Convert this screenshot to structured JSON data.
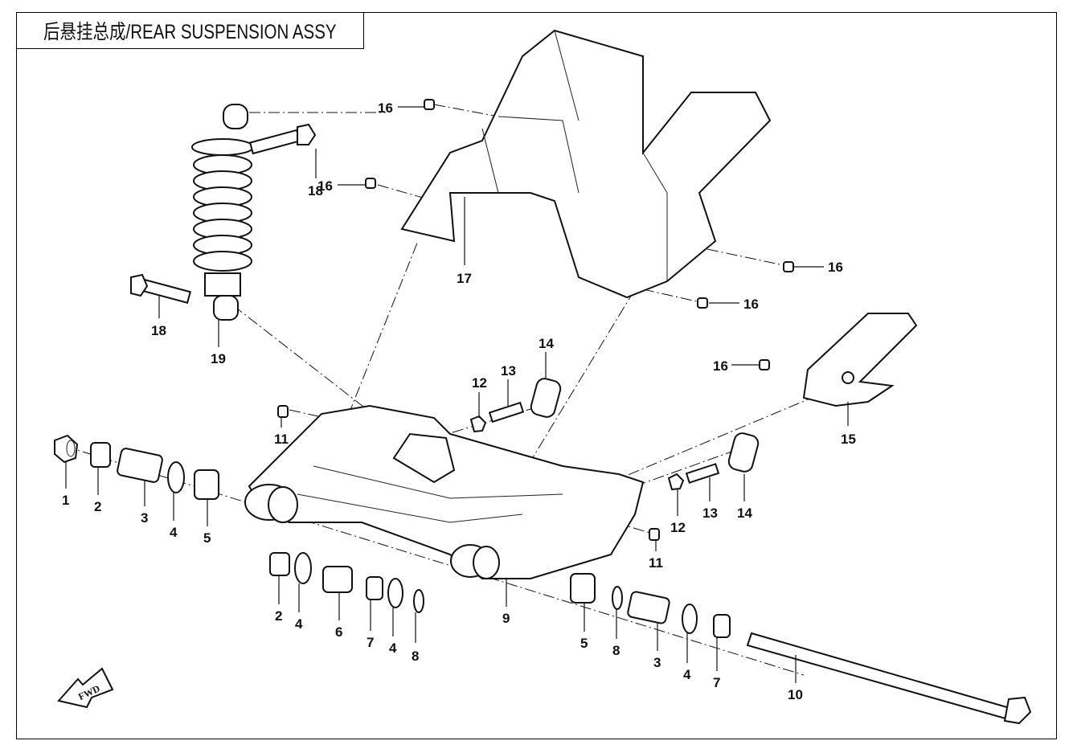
{
  "title": "后悬挂总成/REAR SUSPENSION  ASSY",
  "fwd_label": "FWD",
  "callouts": [
    {
      "id": "c1",
      "num": "1"
    },
    {
      "id": "c2a",
      "num": "2"
    },
    {
      "id": "c3a",
      "num": "3"
    },
    {
      "id": "c4a",
      "num": "4"
    },
    {
      "id": "c5a",
      "num": "5"
    },
    {
      "id": "c2b",
      "num": "2"
    },
    {
      "id": "c4b",
      "num": "4"
    },
    {
      "id": "c6",
      "num": "6"
    },
    {
      "id": "c7a",
      "num": "7"
    },
    {
      "id": "c4c",
      "num": "4"
    },
    {
      "id": "c8a",
      "num": "8"
    },
    {
      "id": "c9",
      "num": "9"
    },
    {
      "id": "c5b",
      "num": "5"
    },
    {
      "id": "c8b",
      "num": "8"
    },
    {
      "id": "c3b",
      "num": "3"
    },
    {
      "id": "c4d",
      "num": "4"
    },
    {
      "id": "c7b",
      "num": "7"
    },
    {
      "id": "c10",
      "num": "10"
    },
    {
      "id": "c11a",
      "num": "11"
    },
    {
      "id": "c11b",
      "num": "11"
    },
    {
      "id": "c12a",
      "num": "12"
    },
    {
      "id": "c13a",
      "num": "13"
    },
    {
      "id": "c14a",
      "num": "14"
    },
    {
      "id": "c12b",
      "num": "12"
    },
    {
      "id": "c13b",
      "num": "13"
    },
    {
      "id": "c14b",
      "num": "14"
    },
    {
      "id": "c15",
      "num": "15"
    },
    {
      "id": "c16a",
      "num": "16"
    },
    {
      "id": "c16b",
      "num": "16"
    },
    {
      "id": "c16c",
      "num": "16"
    },
    {
      "id": "c16d",
      "num": "16"
    },
    {
      "id": "c16e",
      "num": "16"
    },
    {
      "id": "c17",
      "num": "17"
    },
    {
      "id": "c18a",
      "num": "18"
    },
    {
      "id": "c18b",
      "num": "18"
    },
    {
      "id": "c19",
      "num": "19"
    }
  ]
}
